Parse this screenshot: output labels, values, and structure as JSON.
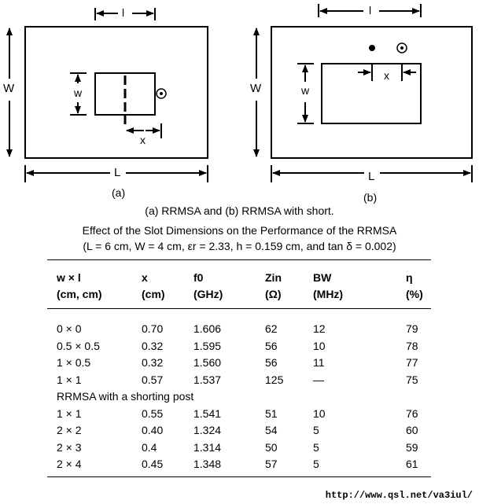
{
  "figure": {
    "panel_a": {
      "label": "(a)",
      "dim_l": "l",
      "dim_w_outer": "W",
      "dim_w_inner": "w",
      "dim_x": "x",
      "dim_L": "L"
    },
    "panel_b": {
      "label": "(b)",
      "dim_l": "l",
      "dim_w_outer": "W",
      "dim_w_inner": "w",
      "dim_x": "x",
      "dim_L": "L"
    },
    "caption": "(a) RRMSA and (b) RRMSA with short."
  },
  "table": {
    "title": "Effect of the Slot Dimensions on the Performance of the RRMSA",
    "subtitle": "(L = 6 cm, W = 4 cm, εr = 2.33, h = 0.159 cm, and tan δ = 0.002)",
    "headers": [
      {
        "top": "w × l",
        "bottom": "(cm, cm)"
      },
      {
        "top": "x",
        "bottom": "(cm)"
      },
      {
        "top": "f0",
        "bottom": "(GHz)"
      },
      {
        "top": "Zin",
        "bottom": "(Ω)"
      },
      {
        "top": "BW",
        "bottom": "(MHz)"
      },
      {
        "top": "η",
        "bottom": "(%)"
      }
    ],
    "rows_a": [
      [
        "0 × 0",
        "0.70",
        "1.606",
        "62",
        "12",
        "79"
      ],
      [
        "0.5 × 0.5",
        "0.32",
        "1.595",
        "56",
        "10",
        "78"
      ],
      [
        "1 × 0.5",
        "0.32",
        "1.560",
        "56",
        "11",
        "77"
      ],
      [
        "1 × 1",
        "0.57",
        "1.537",
        "125",
        "—",
        "75"
      ]
    ],
    "section_label": "RRMSA with a shorting post",
    "rows_b": [
      [
        "1 × 1",
        "0.55",
        "1.541",
        "51",
        "10",
        "76"
      ],
      [
        "2 × 2",
        "0.40",
        "1.324",
        "54",
        "5",
        "60"
      ],
      [
        "2 × 3",
        "0.4",
        "1.314",
        "50",
        "5",
        "59"
      ],
      [
        "2 × 4",
        "0.45",
        "1.348",
        "57",
        "5",
        "61"
      ]
    ]
  },
  "footer": {
    "url": "http://www.qsl.net/va3iul/"
  }
}
